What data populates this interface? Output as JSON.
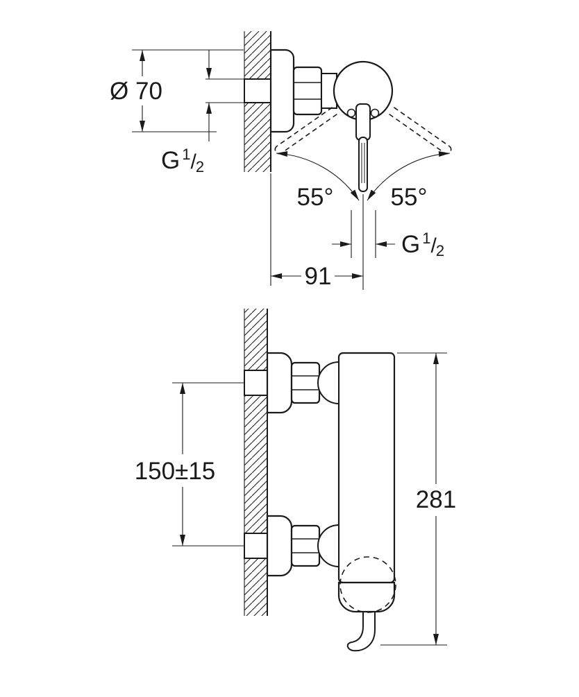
{
  "page": {
    "background": "#ffffff",
    "line_color": "#1a1a1a"
  },
  "top_view": {
    "escutcheon_diameter": "Ø 70",
    "inlet_thread": {
      "prefix": "G",
      "numerator": "1",
      "denominator": "2"
    },
    "handle_swing_left": "55°",
    "handle_swing_right": "55°",
    "outlet_thread": {
      "prefix": "G",
      "numerator": "1",
      "denominator": "2"
    },
    "wall_to_center": "91"
  },
  "front_view": {
    "connection_spacing": "150±15",
    "overall_height": "281"
  }
}
